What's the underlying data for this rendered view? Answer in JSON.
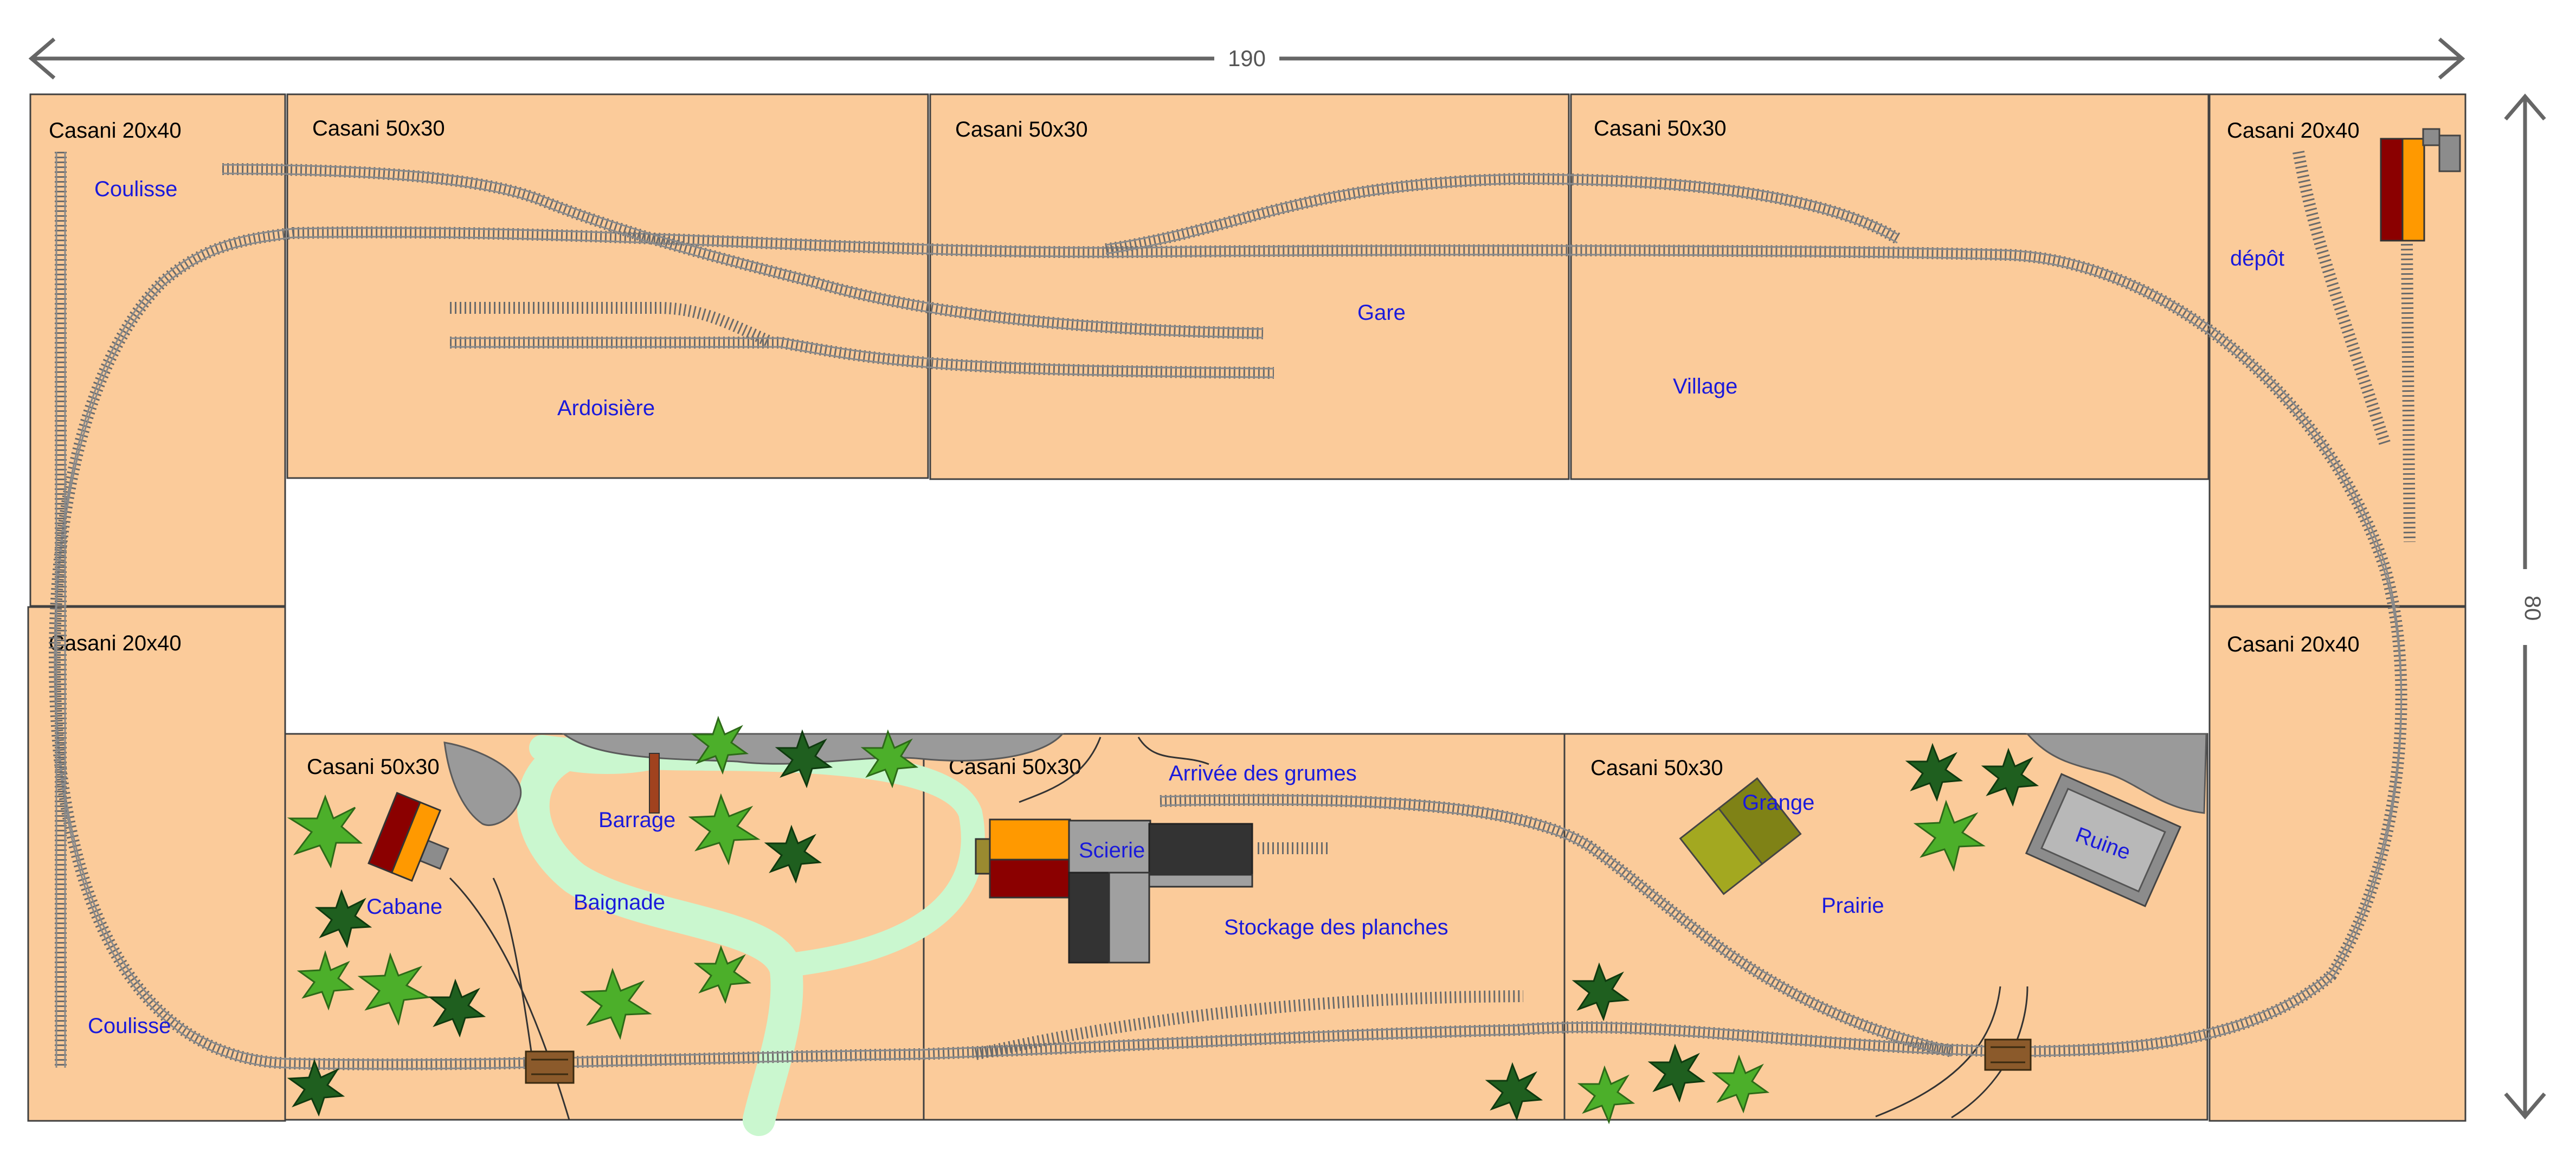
{
  "dimensions": {
    "width_label": "190",
    "height_label": "80"
  },
  "boards": [
    {
      "label": "Casani 20x40"
    },
    {
      "label": "Casani 50x30"
    },
    {
      "label": "Casani 50x30"
    },
    {
      "label": "Casani 50x30"
    },
    {
      "label": "Casani 20x40"
    },
    {
      "label": "Casani 20x40"
    },
    {
      "label": "Casani 50x30"
    },
    {
      "label": "Casani 50x30"
    },
    {
      "label": "Casani 50x30"
    },
    {
      "label": "Casani 20x40"
    }
  ],
  "areas": {
    "coulisse_top": "Coulisse",
    "coulisse_bottom": "Coulisse",
    "ardoisiere": "Ardoisière",
    "gare": "Gare",
    "village": "Village",
    "depot": "dépôt",
    "barrage": "Barrage",
    "cabane": "Cabane",
    "baignade": "Baignade",
    "arrivee_grumes": "Arrivée des grumes",
    "scierie": "Scierie",
    "stockage_planches": "Stockage des planches",
    "grange": "Grange",
    "prairie": "Prairie",
    "ruine": "Ruine"
  },
  "colors": {
    "board": "#fbcb9a",
    "label_text": "#1a1adb",
    "river": "#caf7cf",
    "tree_light": "#4caf2a",
    "tree_dark": "#1f5f1f",
    "building_red": "#8b0000",
    "building_orange": "#ff9900",
    "building_olive": "#a3a820",
    "rock": "#9a9a9a"
  }
}
